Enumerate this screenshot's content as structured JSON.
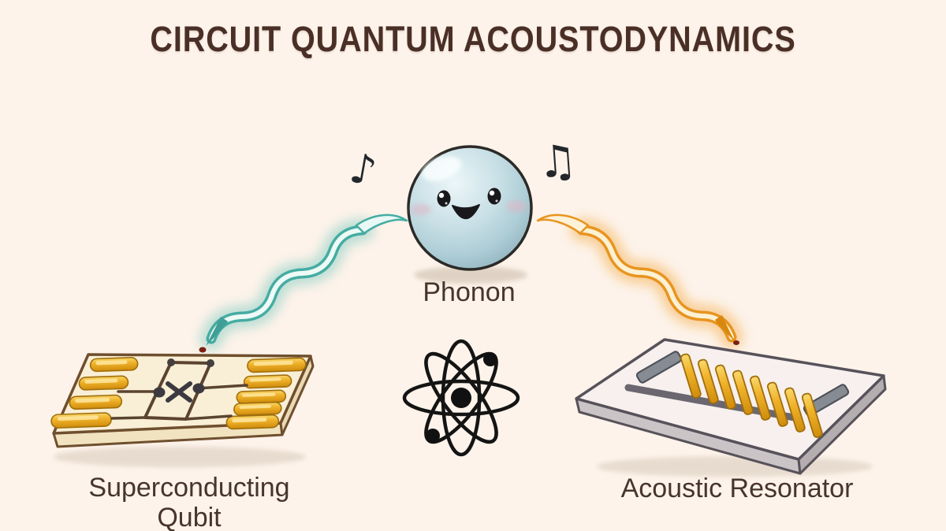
{
  "title": "CIRCUIT QUANTUM ACOUSTODYNAMICS",
  "center": {
    "phonon_label": "Phonon",
    "note_left_glyph": "♪",
    "note_right_glyph": "♫"
  },
  "left_node": {
    "label_line1": "Superconducting",
    "label_line2": "Qubit"
  },
  "right_node": {
    "label": "Acoustic Resonator"
  },
  "icons": {
    "atom": "atom-orbital-icon",
    "phonon_sphere": "smiling-phonon-ball",
    "left_wave": "teal-acoustic-wave",
    "right_wave": "orange-acoustic-wave"
  },
  "colors": {
    "background": "#fdf3ea",
    "title_text": "#4a2f26",
    "label_text": "#47352c",
    "wave_left_teal": "#45aca2",
    "wave_right_orange": "#e8941f",
    "gold_metal": "#eda91e",
    "sphere_blue": "#bcd8e0",
    "chip_cream": "#f9efd6",
    "chip_gray": "#c9c2c5",
    "ink": "#141414"
  }
}
